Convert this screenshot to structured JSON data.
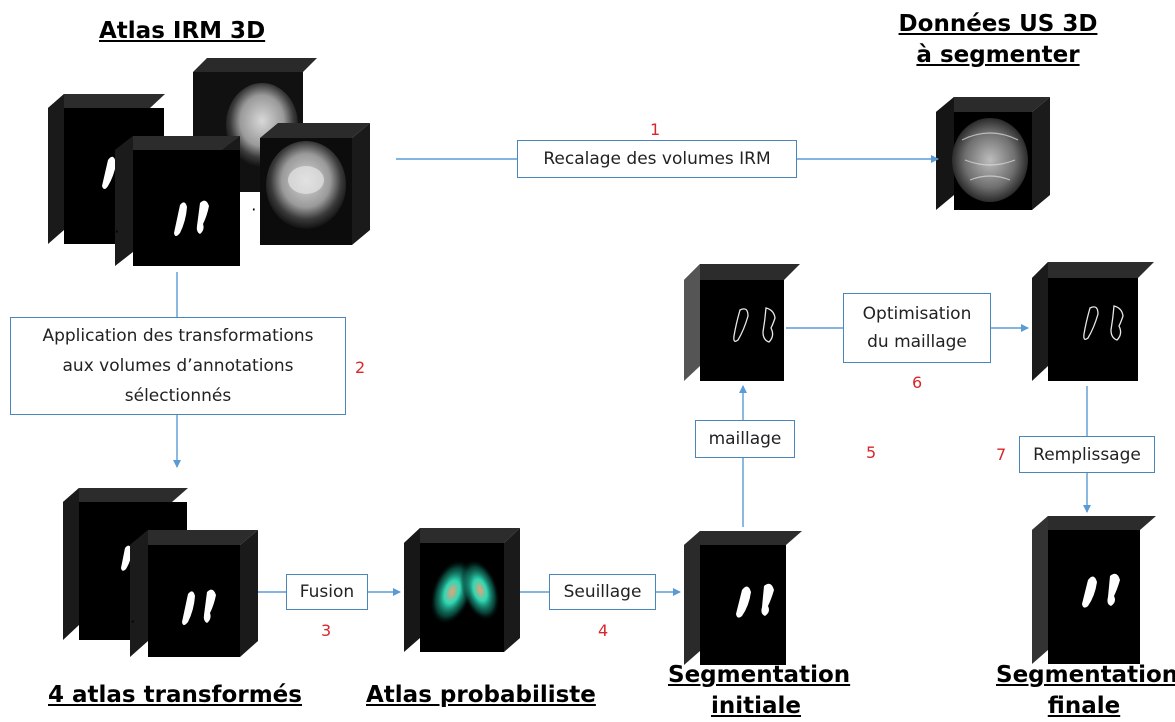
{
  "titles": {
    "atlas_irm": "Atlas IRM 3D",
    "us_line1": "Données US 3D",
    "us_line2": "à segmenter",
    "transformed": "4 atlas transformés",
    "probabiliste": "Atlas probabiliste",
    "seg_init_line1": "Segmentation",
    "seg_init_line2": "initiale",
    "seg_final_line1": "Segmentation",
    "seg_final_line2": "finale"
  },
  "boxes": {
    "recalage": "Recalage des volumes IRM",
    "application_line1": "Application des transformations",
    "application_line2": "aux volumes d’annotations",
    "application_line3": "sélectionnés",
    "fusion": "Fusion",
    "seuillage": "Seuillage",
    "maillage": "maillage",
    "optimisation_line1": "Optimisation",
    "optimisation_line2": "du maillage",
    "remplissage": "Remplissage"
  },
  "step_numbers": {
    "s1": "1",
    "s2": "2",
    "s3": "3",
    "s4": "4",
    "s5": "5",
    "s6": "6",
    "s7": "7"
  },
  "colors": {
    "arrow": "#5b9bd5",
    "box_border": "#4a86b8",
    "step_number": "#d9262b",
    "probability_glow": "#1fd6b0"
  }
}
